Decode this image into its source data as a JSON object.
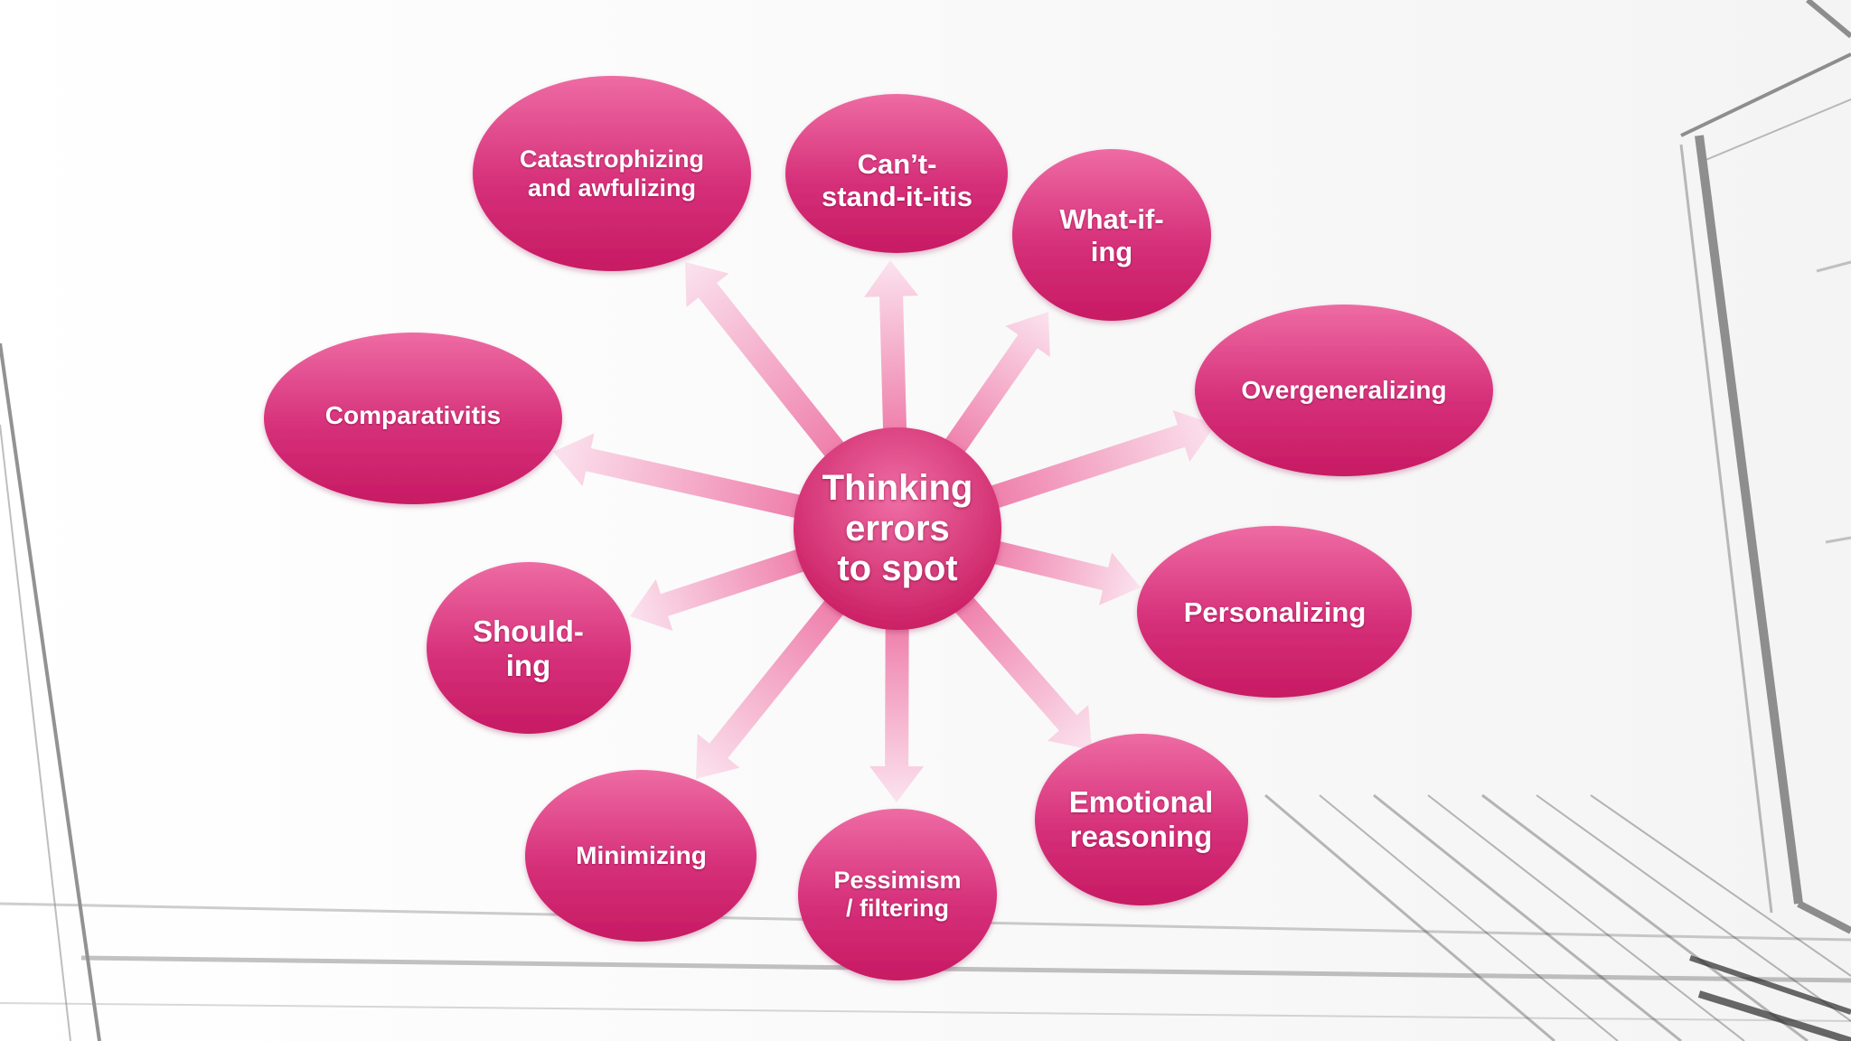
{
  "slide": {
    "center": {
      "label": "Thinking\nerrors\nto spot"
    },
    "nodes": [
      {
        "id": "catastrophizing",
        "label": "Catastrophizing\nand awfulizing"
      },
      {
        "id": "cant-stand-it-itis",
        "label": "Can’t-\nstand-it-itis"
      },
      {
        "id": "what-if-ing",
        "label": "What-if-\ning"
      },
      {
        "id": "overgeneralizing",
        "label": "Overgeneralizing"
      },
      {
        "id": "personalizing",
        "label": "Personalizing"
      },
      {
        "id": "emotional-reasoning",
        "label": "Emotional\nreasoning"
      },
      {
        "id": "pessimism-filtering",
        "label": "Pessimism\n/ filtering"
      },
      {
        "id": "minimizing",
        "label": "Minimizing"
      },
      {
        "id": "should-ing",
        "label": "Should-\ning"
      },
      {
        "id": "comparativitis",
        "label": "Comparativitis"
      }
    ]
  },
  "colors": {
    "node_top": "#ee6ba3",
    "node_bottom": "#c71a63",
    "arrow_head": "#ee7aa8",
    "arrow_tail": "#fbe3ee",
    "background_lines": "#3a3a3a"
  }
}
